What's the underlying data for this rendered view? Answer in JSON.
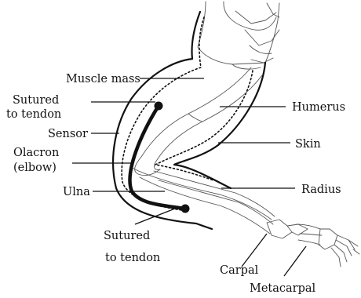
{
  "labels": {
    "muscle_mass": "Muscle mass",
    "sutured_top_1": "Sutured",
    "sutured_top_2": "to tendon",
    "sensor": "Sensor",
    "olacron_1": "Olacron",
    "olacron_2": "(elbow)",
    "ulna": "Ulna",
    "sutured_bottom_1": "Sutured",
    "sutured_bottom_2": "to tendon",
    "humerus": "Humerus",
    "skin": "Skin",
    "radius": "Radius",
    "carpal": "Carpal",
    "metacarpal": "Metacarpal"
  },
  "colors": {
    "ink": "#111111",
    "bone_outline": "#555555",
    "background": "#ffffff"
  }
}
